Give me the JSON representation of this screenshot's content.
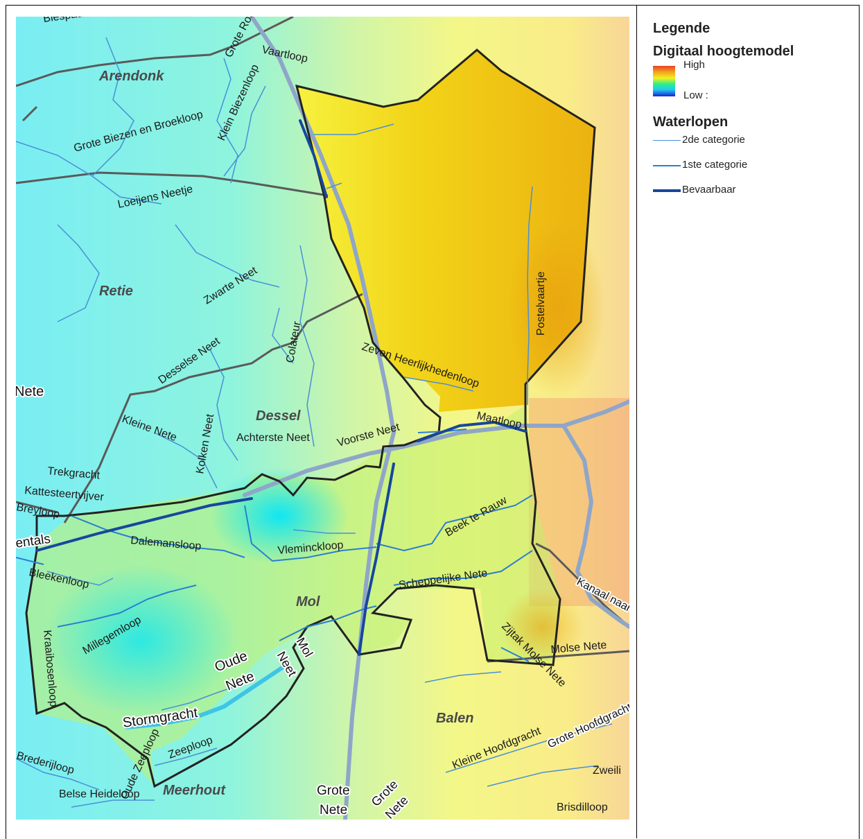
{
  "legend": {
    "title": "Legende",
    "dem_title": "Digitaal hoogtemodel",
    "high_label": "High",
    "low_label": "Low :",
    "waterlopen_title": "Waterlopen",
    "items": [
      {
        "label": "2de categorie",
        "color": "#4a8fd8"
      },
      {
        "label": "1ste categorie",
        "color": "#2a7fd0"
      },
      {
        "label": "Bevaarbaar",
        "color": "#17479e"
      }
    ]
  },
  "towns": [
    "Arendonk",
    "Retie",
    "Dessel",
    "Mol",
    "Balen",
    "Meerhout"
  ],
  "waterways": [
    "Blespad",
    "Grote Rode L",
    "Vaartloop",
    "Klein Biezenloop",
    "Grote Biezen en Broekloop",
    "Loeijens Neetje",
    "Zwarte Neet",
    "Colateur",
    "Desselse Neet",
    "Zeven Heerlijkhedenloop",
    "Postelvaartje",
    "Maatloop",
    "Voorste Neet",
    "Achterste Neet",
    "Kolken Neet",
    "Kleine Nete",
    "Trekgracht",
    "Kattesteertvijver",
    "Breyloop",
    "Herentals",
    "Dalemansloop",
    "Vleminckloop",
    "Beek te Rauw",
    "Scheppelijke Nete",
    "Bleekenloop",
    "Millegemloop",
    "Kraaibosenloop",
    "Oude Nete",
    "Mol Neet",
    "Stormgracht",
    "Zijtak Molse Nete",
    "Molse Nete",
    "Kanaal naar",
    "Kleine Hoofdgracht",
    "Grote Hoofdgracht",
    "Zweili",
    "Brederijloop",
    "Zeeploop",
    "Oude Zeeploop",
    "Belse Heideloop",
    "Grote Nete",
    "Brisdilloop",
    "Nete"
  ]
}
